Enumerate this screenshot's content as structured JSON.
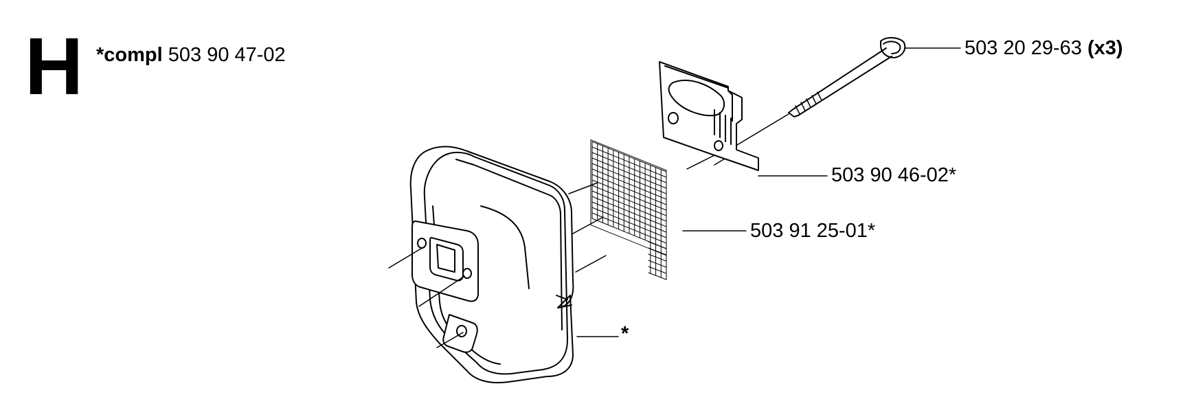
{
  "section": {
    "letter": "H"
  },
  "kit": {
    "marker": "*compl",
    "part_number": "503 90 47-02"
  },
  "callouts": [
    {
      "part_number": "503 20 29-63",
      "qty": "(x3)"
    },
    {
      "part_number": "503 90 46-02*"
    },
    {
      "part_number": "503 91 25-01*"
    },
    {
      "part_number": "*"
    }
  ]
}
